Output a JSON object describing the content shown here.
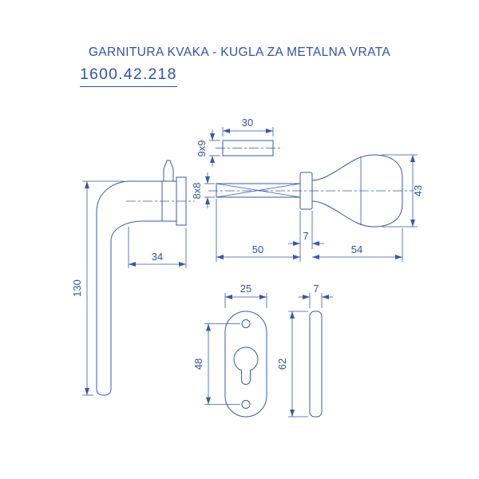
{
  "header": {
    "title": "GARNITURA KVAKA - KUGLA ZA METALNA VRATA",
    "product_code": "1600.42.218"
  },
  "colors": {
    "drawing_blue": "#3a58a7",
    "text_blue": "#3452a4",
    "background": "#ffffff"
  },
  "drawing": {
    "spindle": {
      "length": "30",
      "section": "9x9"
    },
    "handle": {
      "height": "130",
      "neck_offset": "34"
    },
    "knob": {
      "spindle_section": "8x8",
      "spindle_length": "50",
      "flange_thickness": "7",
      "length": "54",
      "diameter": "43"
    },
    "rosette_front": {
      "width": "25",
      "hole_spacing": "48"
    },
    "rosette_side": {
      "thickness": "7",
      "height": "62"
    }
  }
}
